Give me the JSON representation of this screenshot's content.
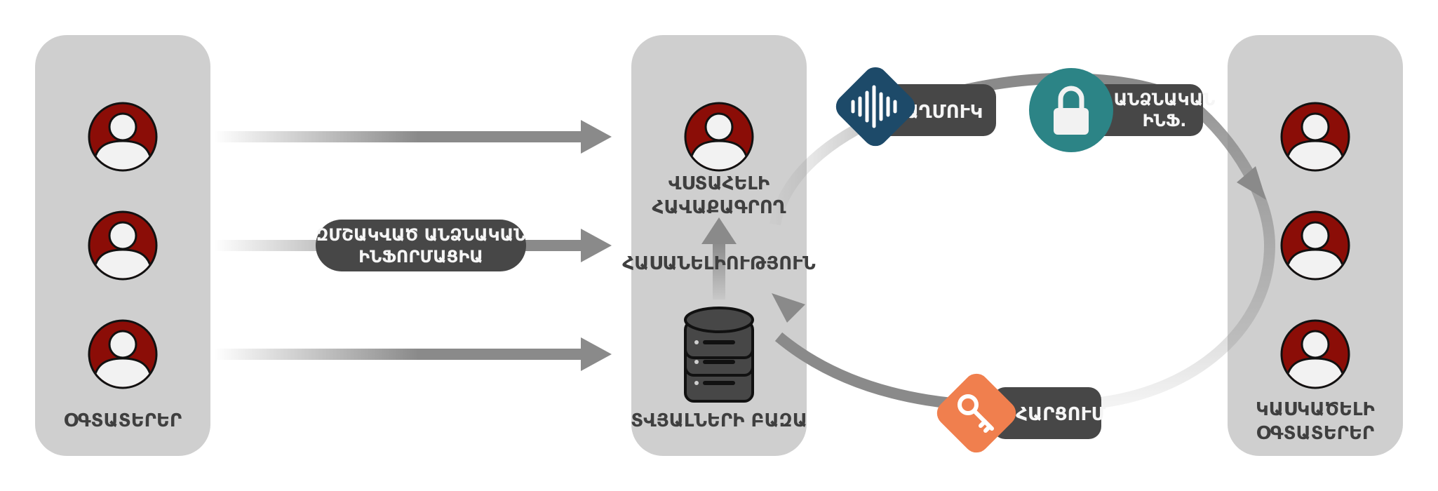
{
  "colors": {
    "panel": "#cfcfcf",
    "avatar_fill": "#8b0d07",
    "avatar_figure": "#f2f2f2",
    "dark_label": "#474747",
    "label_text": "#3f3f3f",
    "arrow": "#8a8a8a",
    "audio_accent": "#1d4a69",
    "personal_accent": "#2c8486",
    "query_accent": "#f07f4e"
  },
  "groups": {
    "users": {
      "label": "ՕԳՏԱՏԵՐԵՐ"
    },
    "collector": {
      "label_lines": [
        "ՎՍՏԱՀԵԼԻ",
        "ՀԱՎԱՔԱԳՐՈՂ"
      ]
    },
    "database": {
      "label": "ՏՎՅԱԼՆԵՐԻ ԲԱԶԱ"
    },
    "analysts": {
      "label_lines": [
        "ԿԱՍԿԱԾԵԼԻ",
        "ՕԳՏԱՏԵՐԵՐ"
      ]
    }
  },
  "flow_labels": {
    "encrypted_info": [
      "ԶՄՇԱԿՎԱԾ ԱՆՁՆԱԿԱՆ",
      "ԻՆՖՈՐՄԱՑԻԱ"
    ],
    "availability": "ՀԱՍԱՆԵԼԻՈՒԹՅՈՒՆ"
  },
  "cycle_badges": {
    "noise": {
      "label": "ԱՂՄՈՒԿ",
      "icon": "audio-wave-icon"
    },
    "personal": {
      "label_lines": [
        "ԱՆՁՆԱԿԱՆ",
        "ԻՆՖ."
      ],
      "icon": "lock-icon"
    },
    "query": {
      "label": "ՀԱՐՑՈՒՄ",
      "icon": "key-icon"
    }
  }
}
